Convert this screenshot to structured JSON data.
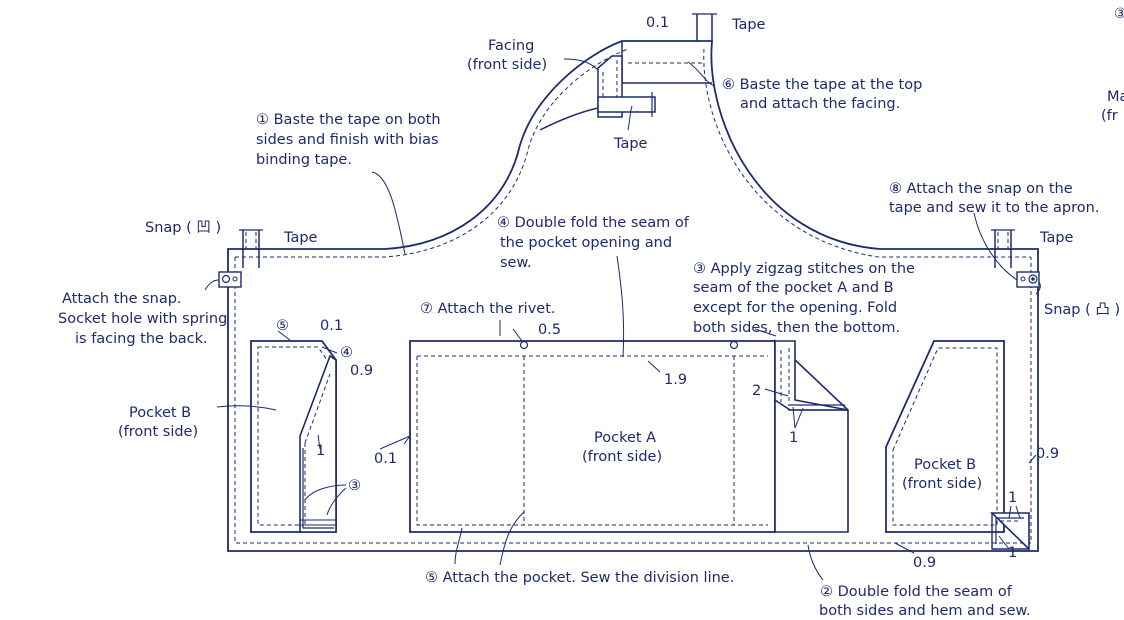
{
  "colors": {
    "ink": "#1e2a6e",
    "background": "#ffffff"
  },
  "labels": {
    "tape": "Tape",
    "facing_l1": "Facing",
    "facing_l2": "(front side)",
    "step6_l1": "⑥ Baste the tape at the top",
    "step6_l2": "and attach the facing.",
    "step1_l1": "① Baste the tape on both",
    "step1_l2": "sides and finish with bias",
    "step1_l3": "binding tape.",
    "step8_l1": "⑧ Attach the snap on the",
    "step8_l2": "tape and sew it to the apron.",
    "step4_l1": "④ Double fold the seam of",
    "step4_l2": "the pocket opening and",
    "step4_l3": "sew.",
    "step3_l1": "③ Apply zigzag stitches on the",
    "step3_l2": "seam of the pocket A and B",
    "step3_l3": "except for the opening. Fold",
    "step3_l4": "both sides, then the bottom.",
    "snap_left": "Snap ( 凹 )",
    "snap_right": "Snap ( 凸 )",
    "attach_snap_l1": "Attach the snap.",
    "attach_snap_l2": "Socket hole with spring",
    "attach_snap_l3": "is facing the back.",
    "step7": "⑦ Attach the rivet.",
    "pocket_b_left_l1": "Pocket B",
    "pocket_b_left_l2": "(front side)",
    "pocket_a_l1": "Pocket A",
    "pocket_a_l2": "(front side)",
    "pocket_b_right_l1": "Pocket B",
    "pocket_b_right_l2": "(front side)",
    "step5": "⑤ Attach the pocket. Sew the division line.",
    "step2_l1": "② Double fold the seam of",
    "step2_l2": "both sides and hem and sew.",
    "circled_5": "⑤",
    "circled_4": "④",
    "circled_3": "③",
    "partial_circle": "③",
    "partial_ma": "Ma",
    "partial_fr": "(fr",
    "m_01_top": "0.1",
    "m_01_pocketb": "0.1",
    "m_09_pocketb": "0.9",
    "m_1_pocketb": "1",
    "m_05": "0.5",
    "m_19": "1.9",
    "m_01_pocketa": "0.1",
    "m_2": "2",
    "m_1_pocketa": "1",
    "m_09_right": "0.9",
    "m_1_right_a": "1",
    "m_1_right_b": "1",
    "m_09_bottom": "0.9"
  }
}
